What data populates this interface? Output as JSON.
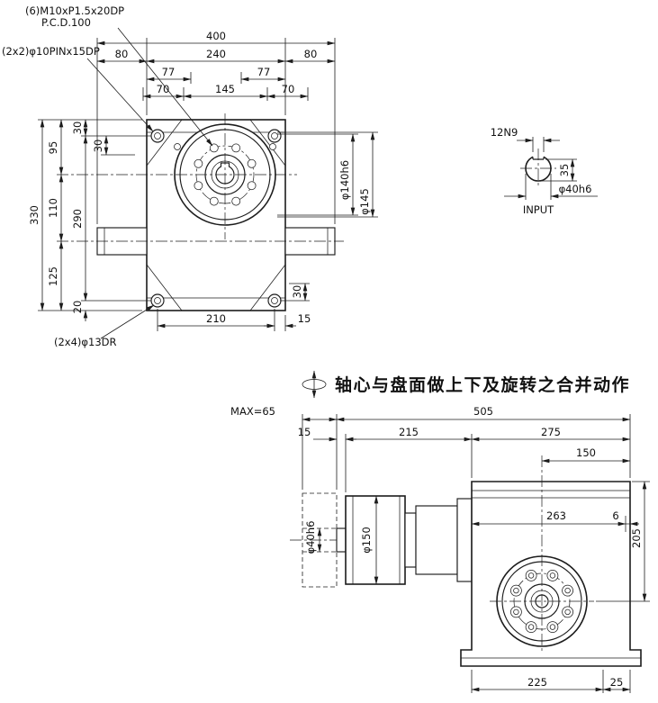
{
  "front_view": {
    "callouts": {
      "bolts": "(6)M10xP1.5x20DP",
      "pcd": "P.C.D.100",
      "pins": "(2x2)φ10PINx15DP",
      "drills": "(2x4)φ13DR"
    },
    "dims": {
      "total_width": "400",
      "trunnion_left": "80",
      "body_width": "240",
      "trunnion_right": "80",
      "pin_left": "77",
      "pin_right": "77",
      "bolt_left": "70",
      "bolt_span": "145",
      "bolt_right": "70",
      "total_height": "330",
      "top_to_center": "95",
      "center_to_trunnion": "110",
      "trunnion_to_bottom": "125",
      "edge_to_hole": "30",
      "hole_span": "290",
      "hole_to_edge": "20",
      "pin_offset": "30",
      "pilot_dia": "φ140h6",
      "boss_dia": "φ145",
      "corner_offset": "30",
      "bottom_span": "210",
      "bottom_edge": "15"
    }
  },
  "input_view": {
    "keyway": "12N9",
    "key_depth": "35",
    "shaft_dia": "φ40h6",
    "label": "INPUT"
  },
  "side_view": {
    "note": "轴心与盘面做上下及旋转之合并动作",
    "dims": {
      "max_insert": "MAX=65",
      "total_length": "505",
      "shaft_len": "15",
      "housing_len": "215",
      "body_depth": "275",
      "center_offset": "150",
      "input_dia": "φ40h6",
      "housing_dia": "φ150",
      "inner_span": "263",
      "inner_gap": "6",
      "top_to_center": "205",
      "base_span": "225",
      "base_edge": "25"
    }
  }
}
